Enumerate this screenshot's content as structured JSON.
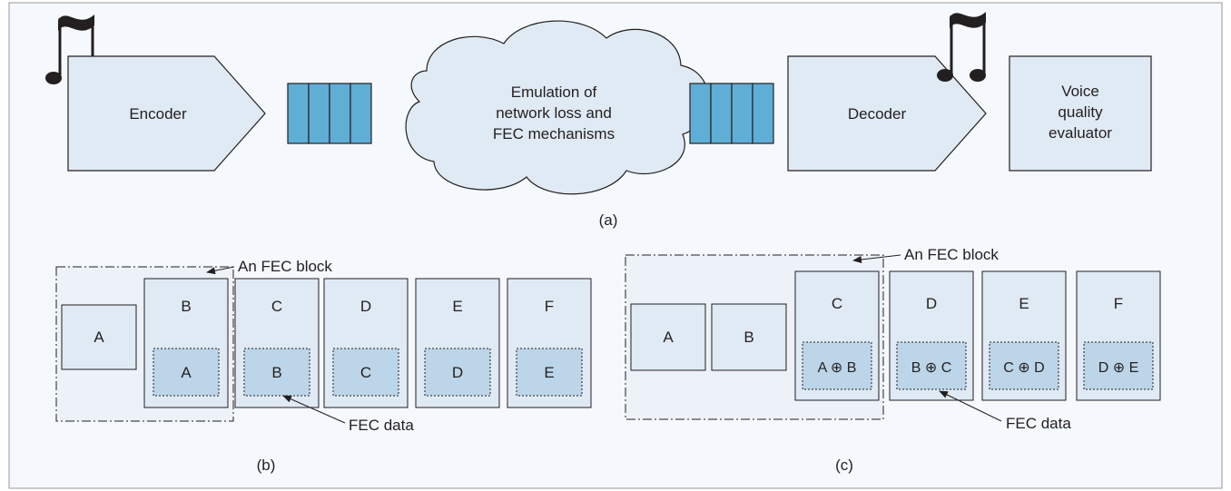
{
  "part_a": {
    "encoder_label": "Encoder",
    "cloud_label_line1": "Emulation of",
    "cloud_label_line2": "network loss and",
    "cloud_label_line3": "FEC mechanisms",
    "decoder_label": "Decoder",
    "evaluator_line1": "Voice",
    "evaluator_line2": "quality",
    "evaluator_line3": "evaluator",
    "caption": "(a)"
  },
  "part_b": {
    "block_label": "An FEC block",
    "packets": [
      {
        "name": "A",
        "fec": ""
      },
      {
        "name": "B",
        "fec": "A"
      },
      {
        "name": "C",
        "fec": "B"
      },
      {
        "name": "D",
        "fec": "C"
      },
      {
        "name": "E",
        "fec": "D"
      },
      {
        "name": "F",
        "fec": "E"
      }
    ],
    "fec_data_label": "FEC data",
    "caption": "(b)"
  },
  "part_c": {
    "block_label": "An FEC block",
    "packets": [
      {
        "name": "A",
        "fec": ""
      },
      {
        "name": "B",
        "fec": ""
      },
      {
        "name": "C",
        "fec": "A ⊕ B"
      },
      {
        "name": "D",
        "fec": "B ⊕ C"
      },
      {
        "name": "E",
        "fec": "C ⊕ D"
      },
      {
        "name": "F",
        "fec": "D ⊕ E"
      }
    ],
    "fec_data_label": "FEC data",
    "caption": "(c)"
  },
  "colors": {
    "background": "#f5f8fc",
    "box_fill": "#dfeaf4",
    "fec_fill": "#bcd5e8",
    "block_region": "#ecf2f8",
    "queue_fill": "#5faed5",
    "stroke": "#231f20"
  },
  "icons": [
    "music-note-icon",
    "music-note-icon"
  ]
}
